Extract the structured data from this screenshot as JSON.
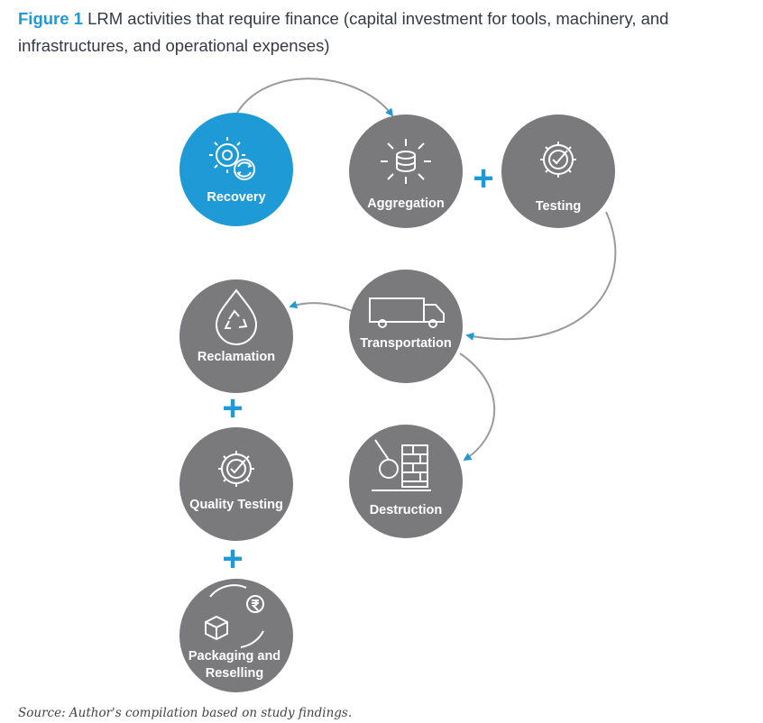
{
  "title": {
    "figure_label": "Figure 1",
    "text": "LRM activities that require finance (capital investment for tools, machinery, and infrastructures, and operational expenses)"
  },
  "nodes": {
    "recovery": {
      "label": "Recovery",
      "icon": "gear-recycle-icon",
      "color": "#1e9ad6"
    },
    "aggregation": {
      "label": "Aggregation",
      "icon": "database-aggregation-icon",
      "color": "#7a7a7c"
    },
    "testing": {
      "label": "Testing",
      "icon": "gear-check-icon",
      "color": "#7a7a7c"
    },
    "transportation": {
      "label": "Transportation",
      "icon": "truck-icon",
      "color": "#7a7a7c"
    },
    "reclamation": {
      "label": "Reclamation",
      "icon": "water-drop-recycle-icon",
      "color": "#7a7a7c"
    },
    "destruction": {
      "label": "Destruction",
      "icon": "wrecking-ball-icon",
      "color": "#7a7a7c"
    },
    "quality_testing": {
      "label": "Quality Testing",
      "icon": "gear-check-icon",
      "color": "#7a7a7c"
    },
    "packaging": {
      "label_line1": "Packaging and",
      "label_line2": "Reselling",
      "icon": "box-rupee-cycle-icon",
      "color": "#7a7a7c"
    }
  },
  "plus_sign": "+",
  "source": "Source: Author's compilation based on study findings.",
  "colors": {
    "accent": "#1e9ad6",
    "node_gray": "#7a7a7c",
    "connector": "#9a9a9a"
  }
}
